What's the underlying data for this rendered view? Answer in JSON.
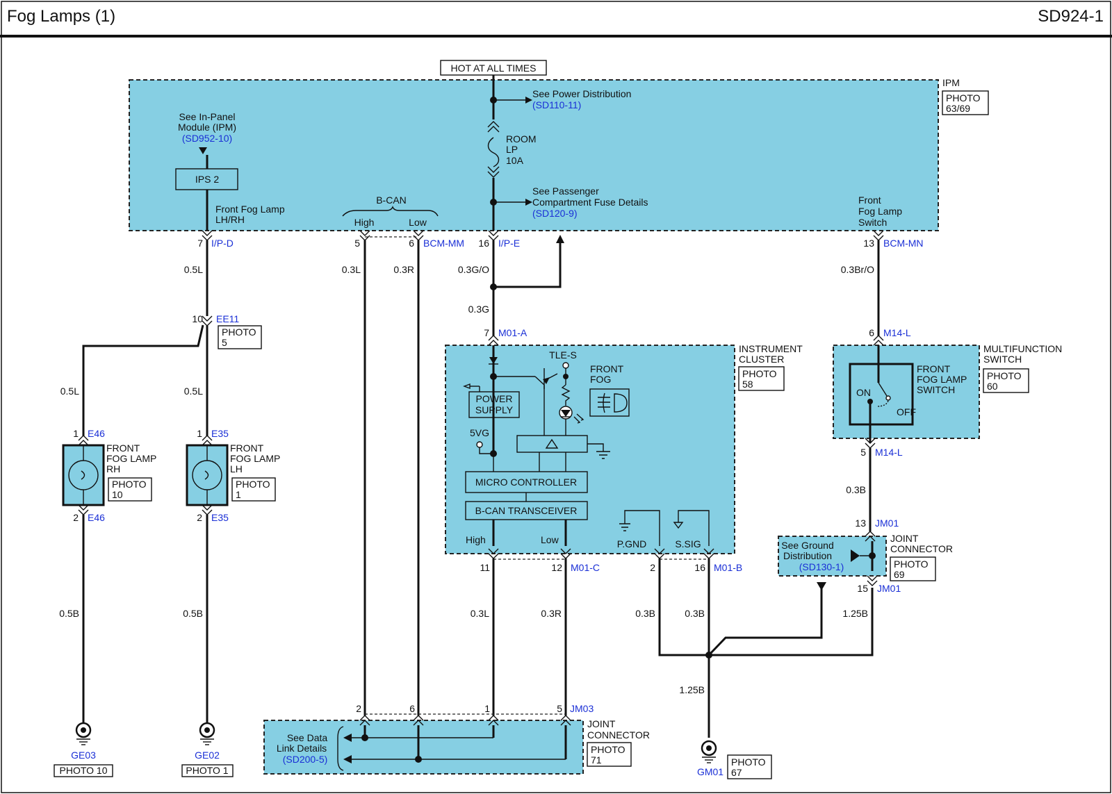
{
  "header": {
    "title": "Fog Lamps (1)",
    "code": "SD924-1"
  },
  "power": {
    "hot": "HOT AT ALL TIMES",
    "fuse_name": [
      "ROOM",
      "LP",
      "10A"
    ]
  },
  "ipm": {
    "label": "IPM",
    "photo": [
      "PHOTO",
      "63/69"
    ],
    "see_ipm": [
      "See In-Panel",
      "Module (IPM)"
    ],
    "see_ipm_ref": "(SD952-10)",
    "ips": "IPS 2",
    "front_fog_lamp": [
      "Front Fog Lamp",
      "LH/RH"
    ],
    "bcan": "B-CAN",
    "high": "High",
    "low": "Low",
    "see_power": "See Power Distribution",
    "see_power_ref": "(SD110-11)",
    "see_pass": [
      "See Passenger",
      "Compartment Fuse Details"
    ],
    "see_pass_ref": "(SD120-9)",
    "fog_switch": [
      "Front",
      "Fog Lamp",
      "Switch"
    ]
  },
  "pins": {
    "ipd_num": "7",
    "ipd": "I/P-D",
    "bcm_mm_5": "5",
    "bcm_mm_6": "6",
    "bcm_mm": "BCM-MM",
    "ipe_num": "16",
    "ipe": "I/P-E",
    "bcm_mn_num": "13",
    "bcm_mn": "BCM-MN",
    "ee11_num": "10",
    "ee11": "EE11",
    "e46_1": "1",
    "e46_2": "2",
    "e46": "E46",
    "e35_1": "1",
    "e35_2": "2",
    "e35": "E35",
    "m01a_num": "7",
    "m01a": "M01-A",
    "m01c_11": "11",
    "m01c_12": "12",
    "m01c": "M01-C",
    "m01b_2": "2",
    "m01b_16": "16",
    "m01b": "M01-B",
    "m14l_6": "6",
    "m14l_5": "5",
    "m14l": "M14-L",
    "jm01_13": "13",
    "jm01_15": "15",
    "jm01": "JM01",
    "jm03_2": "2",
    "jm03_6": "6",
    "jm03_1": "1",
    "jm03_5": "5",
    "jm03": "JM03"
  },
  "wires": {
    "w05l_a": "0.5L",
    "w03l_a": "0.3L",
    "w03r_a": "0.3R",
    "w03go": "0.3G/O",
    "w03g": "0.3G",
    "w03bro": "0.3Br/O",
    "w05l_b": "0.5L",
    "w05l_c": "0.5L",
    "w05b_a": "0.5B",
    "w05b_b": "0.5B",
    "w03l_b": "0.3L",
    "w03r_b": "0.3R",
    "w03b_a": "0.3B",
    "w03b_b": "0.3B",
    "w125b_a": "1.25B",
    "w03b_c": "0.3B",
    "w125b_b": "1.25B"
  },
  "photos": {
    "ee11": [
      "PHOTO",
      "5"
    ],
    "e46": [
      "PHOTO",
      "10"
    ],
    "e35": [
      "PHOTO",
      "1"
    ],
    "cluster": [
      "PHOTO",
      "58"
    ],
    "mfs": [
      "PHOTO",
      "60"
    ],
    "jm01": [
      "PHOTO",
      "69"
    ],
    "jm03": [
      "PHOTO",
      "71"
    ],
    "gm01": [
      "PHOTO",
      "67"
    ]
  },
  "lamps": {
    "rh": [
      "FRONT",
      "FOG LAMP",
      "RH"
    ],
    "lh": [
      "FRONT",
      "FOG LAMP",
      "LH"
    ]
  },
  "cluster": {
    "label": [
      "INSTRUMENT",
      "CLUSTER"
    ],
    "tle": "TLE-S",
    "front_fog": [
      "FRONT",
      "FOG"
    ],
    "power_supply": [
      "POWER",
      "SUPPLY"
    ],
    "vg": "5VG",
    "micro": "MICRO CONTROLLER",
    "bcan_tx": "B-CAN TRANSCEIVER",
    "high": "High",
    "low": "Low",
    "pgnd": "P.GND",
    "ssig": "S.SIG"
  },
  "mfs": {
    "label": [
      "MULTIFUNCTION",
      "SWITCH"
    ],
    "switch": [
      "FRONT",
      "FOG LAMP",
      "SWITCH"
    ],
    "on": "ON",
    "off": "OFF"
  },
  "jm01_box": {
    "label": [
      "JOINT",
      "CONNECTOR"
    ],
    "see_ground": [
      "See Ground",
      "Distribution"
    ],
    "see_ground_ref": "(SD130-1)"
  },
  "jm03_box": {
    "label": [
      "JOINT",
      "CONNECTOR"
    ],
    "see_data": [
      "See Data",
      "Link Details"
    ],
    "see_data_ref": "(SD200-5)"
  },
  "grounds": {
    "ge03": "GE03",
    "ge03_photo": "PHOTO 10",
    "ge02": "GE02",
    "ge02_photo": "PHOTO 1",
    "gm01": "GM01"
  }
}
